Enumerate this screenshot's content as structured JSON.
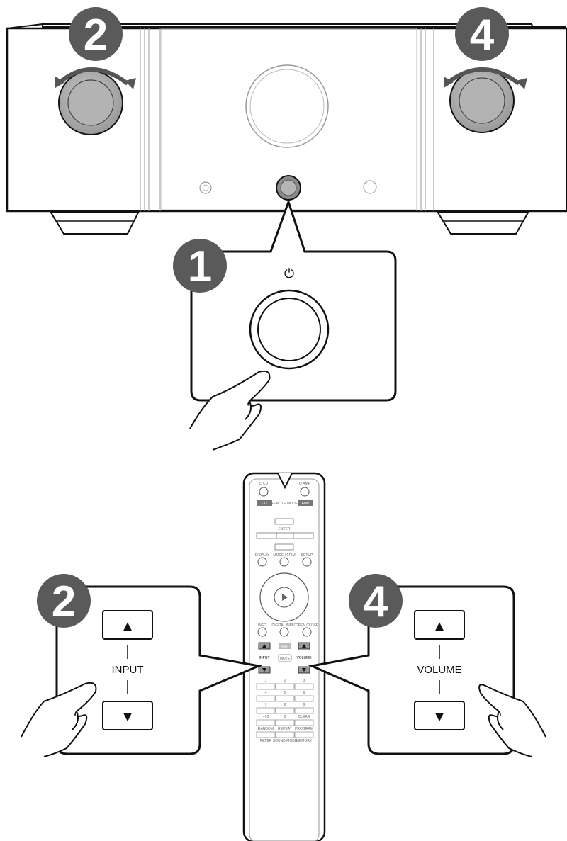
{
  "steps": {
    "s1": "1",
    "s2": "2",
    "s4": "4"
  },
  "panels": {
    "power_symbol": "⏻",
    "input_label": "INPUT",
    "volume_label": "VOLUME",
    "up_glyph": "▲",
    "down_glyph": "▼"
  },
  "remote": {
    "cd": "⏻ CD",
    "amp": "⏻ AMP",
    "cd_mode": "CD",
    "remote_mode": "REMOTE MODE",
    "amp_mode": "AMP",
    "enter": "ENTER",
    "display": "DISPLAY",
    "mode_trim": "MODE / TRIM",
    "setup": "SETUP",
    "info": "INFO",
    "digital_input": "DIGITAL INPUT",
    "open_close": "OPEN CLOSE",
    "amp_key": "AMP",
    "input": "INPUT",
    "mute": "MUTE",
    "volume": "VOLUME",
    "n1": "1",
    "n2": "2",
    "n3": "3",
    "n4": "4",
    "n5": "5",
    "n6": "6",
    "n7": "7",
    "n8": "8",
    "n9": "9",
    "plus10": "+10",
    "n0": "0",
    "clear": "CLEAR",
    "random": "RANDOM",
    "repeat": "REPEAT",
    "program": "PROGRAM",
    "filter": "FILTER",
    "sound_mode": "SOUND MODE",
    "memory": "MEMORY"
  },
  "colors": {
    "step_badge": "#5a5a5a",
    "knob": "#b3b3b3",
    "outline": "#111111"
  }
}
